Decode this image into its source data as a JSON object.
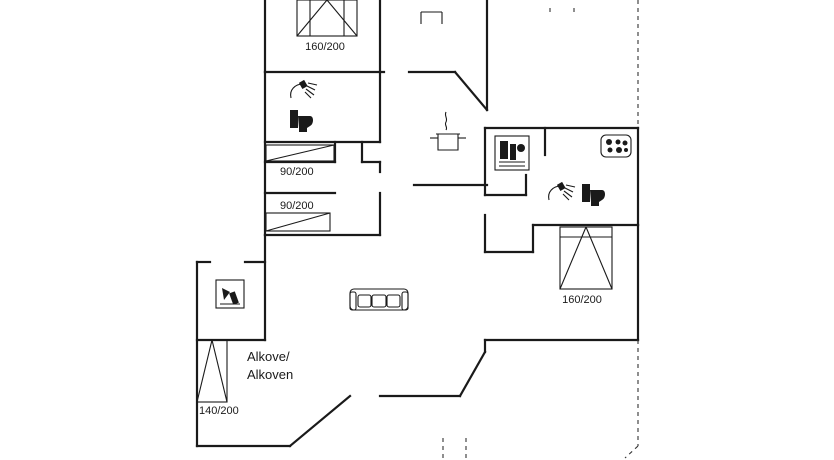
{
  "rooms": {
    "bedroom_top_bed": "160/200",
    "bedroom_left_bunk_1": "90/200",
    "bedroom_left_bunk_2": "90/200",
    "bedroom_right_bed": "160/200",
    "alcove_line_1": "Alkove/",
    "alcove_line_2": "Alkoven",
    "alcove_bed": "140/200"
  },
  "icons": [
    "shower-icon",
    "toilet-icon",
    "cooking-pot-icon",
    "dishwasher-icon",
    "cooktop-icon",
    "shower-icon",
    "toilet-icon",
    "sofa-icon",
    "washing-machine-icon"
  ]
}
